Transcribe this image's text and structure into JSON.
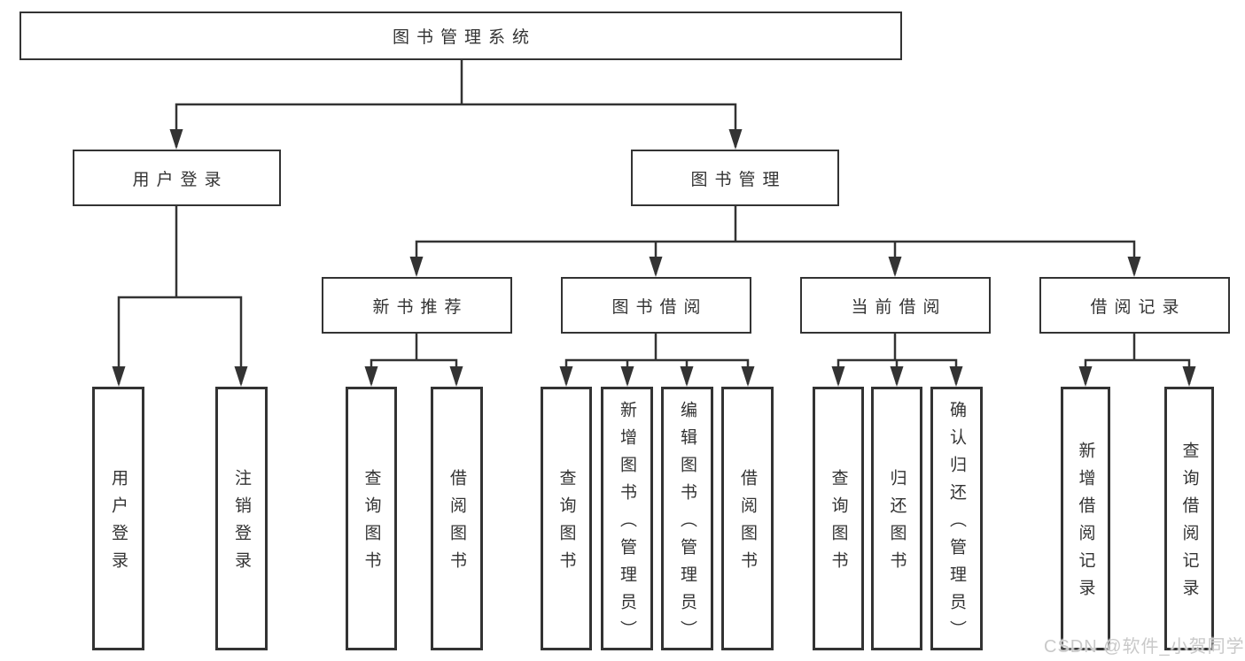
{
  "diagram": {
    "root": {
      "label": "图书管理系统"
    },
    "level2": {
      "user_login": {
        "label": "用户登录"
      },
      "book_mgmt": {
        "label": "图书管理"
      }
    },
    "level3": {
      "new_book": {
        "label": "新书推荐"
      },
      "borrow": {
        "label": "图书借阅"
      },
      "current": {
        "label": "当前借阅"
      },
      "record": {
        "label": "借阅记录"
      }
    },
    "leaves": {
      "user_login": "用户登录",
      "logout": "注销登录",
      "nb_query": "查询图书",
      "nb_borrow": "借阅图书",
      "bb_query": "查询图书",
      "bb_add": "新增图书（管理员）",
      "bb_edit": "编辑图书（管理员）",
      "bb_borrow": "借阅图书",
      "cb_query": "查询图书",
      "cb_return": "归还图书",
      "cb_confirm": "确认归还（管理员）",
      "br_add": "新增借阅记录",
      "br_query": "查询借阅记录"
    }
  },
  "watermark": {
    "text": "CSDN @软件_小贺同学",
    "color": "#c9c9c9"
  },
  "colors": {
    "line": "#333333",
    "border": "#333333",
    "text": "#333333",
    "background": "#ffffff"
  }
}
